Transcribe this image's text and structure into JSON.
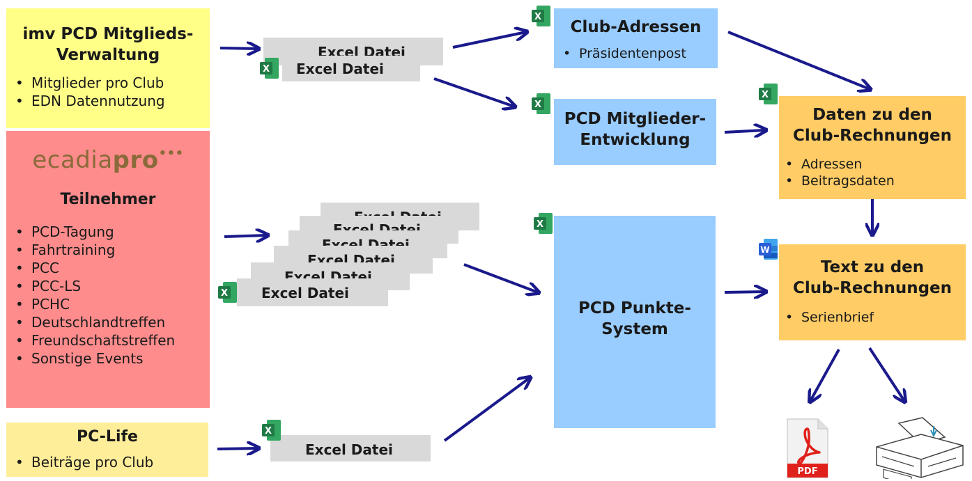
{
  "imv": {
    "title_line1": "imv PCD Mitglieds-",
    "title_line2": "Verwaltung",
    "items": [
      "Mitglieder pro Club",
      "EDN Datennutzung"
    ]
  },
  "ecadia": {
    "logo_part1": "ecadia",
    "logo_part2": "pro",
    "title": "Teilnehmer",
    "items": [
      "PCD-Tagung",
      "Fahrtraining",
      "PCC",
      "PCC-LS",
      "PCHC",
      "Deutschlandtreffen",
      "Freundschaftstreffen",
      "Sonstige Events"
    ]
  },
  "pclife": {
    "title": "PC-Life",
    "items": [
      "Beiträge pro Club"
    ]
  },
  "files": {
    "label": "Excel Datei"
  },
  "club_adressen": {
    "title": "Club-Adressen",
    "items": [
      "Präsidentenpost"
    ]
  },
  "mitglieder_entwicklung": {
    "title_line1": "PCD Mitglieder-",
    "title_line2": "Entwicklung"
  },
  "punkte_system": {
    "title_line1": "PCD Punkte-",
    "title_line2": "System"
  },
  "daten_rechnungen": {
    "title_line1": "Daten zu den",
    "title_line2": "Club-Rechnungen",
    "items": [
      "Adressen",
      "Beitragsdaten"
    ]
  },
  "text_rechnungen": {
    "title_line1": "Text zu den",
    "title_line2": "Club-Rechnungen",
    "items": [
      "Serienbrief"
    ]
  },
  "outputs": {
    "pdf_label": "PDF"
  },
  "colors": {
    "arrow": "#1a1a8c",
    "excel": "#1f7a45",
    "word": "#2b5fd9",
    "pdf": "#e0201b"
  }
}
